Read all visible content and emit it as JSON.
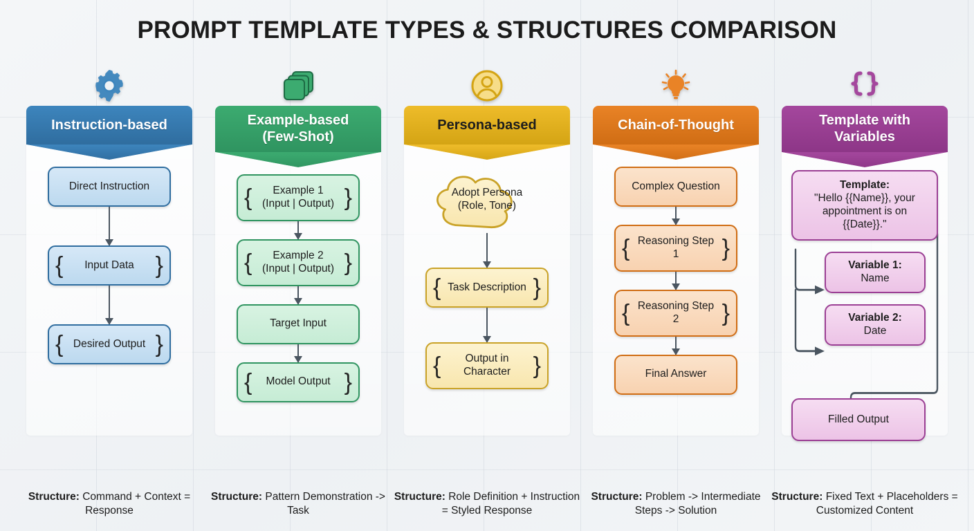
{
  "title": "PROMPT TEMPLATE TYPES & STRUCTURES COMPARISON",
  "columns": [
    {
      "id": "instruction-based",
      "icon": "gear-icon",
      "banner": "Instruction-based",
      "banner_color": "#3d85bd",
      "banner_color_dark": "#2f6d9f",
      "node_border": "#2f6d9f",
      "node_fill_a": "#d6e8f7",
      "node_fill_b": "#bcd9ef",
      "icon_color": "#3d85bd",
      "title_text_color": "#ffffff",
      "nodes": [
        {
          "text": "Direct Instruction",
          "braces": false
        },
        {
          "text": "Input Data",
          "braces": true
        },
        {
          "text": "Desired Output",
          "braces": true
        }
      ],
      "caption_label": "Structure:",
      "caption_text": "Command + Context = Response"
    },
    {
      "id": "example-based",
      "icon": "layers-icon",
      "banner": "Example-based\n(Few-Shot)",
      "banner_color": "#3cab70",
      "banner_color_dark": "#2f9460",
      "node_border": "#2f9460",
      "node_fill_a": "#d8f3e2",
      "node_fill_b": "#c6ecd5",
      "icon_color": "#3cab70",
      "title_text_color": "#ffffff",
      "nodes": [
        {
          "text": "Example 1",
          "line2": "(Input | Output)",
          "braces": true
        },
        {
          "text": "Example 2",
          "line2": "(Input | Output)",
          "braces": true
        },
        {
          "text": "Target Input",
          "braces": false
        },
        {
          "text": "Model Output",
          "braces": true
        }
      ],
      "caption_label": "Structure:",
      "caption_text": "Pattern Demonstration -> Task"
    },
    {
      "id": "persona-based",
      "icon": "person-icon",
      "banner": "Persona-based",
      "banner_color": "#eebc2a",
      "banner_color_dark": "#d4a414",
      "node_border": "#c9a227",
      "node_fill_a": "#fdf3d0",
      "node_fill_b": "#f8e6ae",
      "icon_color": "#d4a414",
      "title_text_color": "#1d1d1d",
      "nodes": [
        {
          "text": "Adopt Persona",
          "line2": "(Role, Tone)",
          "cloud": true
        },
        {
          "text": "Task Description",
          "braces": true
        },
        {
          "text": "Output in",
          "line2": "Character",
          "braces": true
        }
      ],
      "caption_label": "Structure:",
      "caption_text": "Role Definition + Instruction = Styled Response"
    },
    {
      "id": "chain-of-thought",
      "icon": "lightbulb-icon",
      "banner": "Chain-of-Thought",
      "banner_color": "#e98326",
      "banner_color_dark": "#d06d14",
      "node_border": "#d06d14",
      "node_fill_a": "#fbe3cc",
      "node_fill_b": "#f8d2b0",
      "icon_color": "#e98326",
      "title_text_color": "#ffffff",
      "nodes": [
        {
          "text": "Complex Question",
          "braces": false
        },
        {
          "text": "Reasoning Step 1",
          "braces": true
        },
        {
          "text": "Reasoning Step 2",
          "braces": true
        },
        {
          "text": "Final Answer",
          "braces": false
        }
      ],
      "caption_label": "Structure:",
      "caption_text": "Problem -> Intermediate Steps -> Solution"
    },
    {
      "id": "template-with-variables",
      "icon": "curly-braces-icon",
      "banner": "Template with\nVariables",
      "banner_color": "#a4479d",
      "banner_color_dark": "#8d3687",
      "node_border": "#9b3f94",
      "node_fill_a": "#f6ddf2",
      "node_fill_b": "#ecc3e6",
      "icon_color": "#a4479d",
      "title_text_color": "#ffffff",
      "template_node": {
        "label": "Template:",
        "body": "\"Hello {{Name}}, your appointment is on {{Date}}.\""
      },
      "variables": [
        {
          "label": "Variable 1:",
          "value": "Name"
        },
        {
          "label": "Variable 2:",
          "value": "Date"
        }
      ],
      "output_node": "Filled Output",
      "caption_label": "Structure:",
      "caption_text": "Fixed Text + Placeholders = Customized Content"
    }
  ],
  "arrow_color": "#4a5560",
  "background_color": "#f2f4f6"
}
